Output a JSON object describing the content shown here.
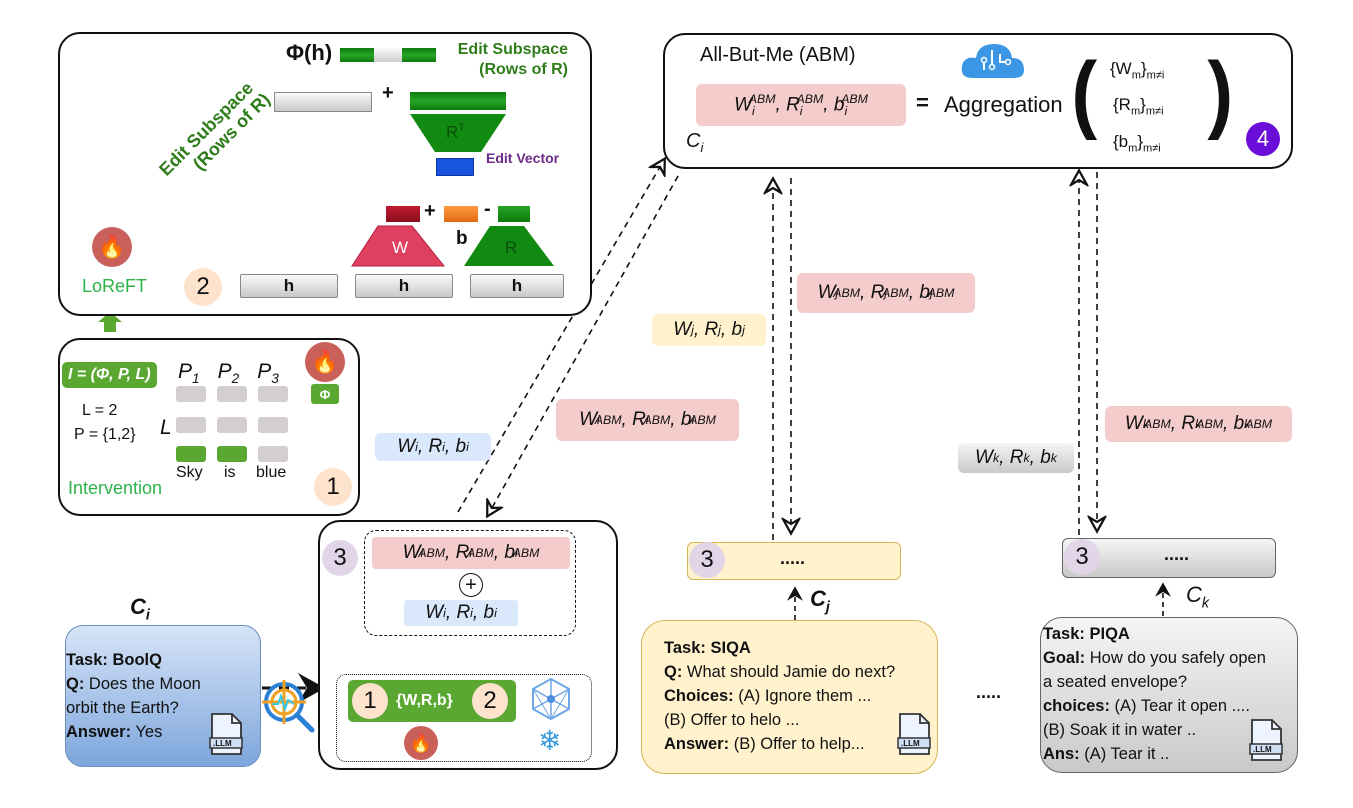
{
  "panel2": {
    "phi_label": "Φ(h)",
    "edit_subspace_label_1": "Edit Subspace",
    "edit_subspace_label_2": "(Rows of R)",
    "rotated_label_1": "Edit Subspace",
    "rotated_label_2": "(Rows of R)",
    "rt_label": "R",
    "rt_sup": "T",
    "edit_vector_label": "Edit Vector",
    "w_label": "W",
    "r_label": "R",
    "b_label": "b",
    "plus1": "+",
    "plus2": "+",
    "minus": "-",
    "h_labels": [
      "h",
      "h",
      "h"
    ],
    "method_label": "LoReFT",
    "step_number": "2"
  },
  "panel1": {
    "intervention_tuple": "I = (Φ, P, L)",
    "positions": [
      "P",
      "P",
      "P"
    ],
    "position_subs": [
      "1",
      "2",
      "3"
    ],
    "layer_label": "L",
    "l_value": "L = 2",
    "p_value": "P = {1,2}",
    "phi_badge": "Φ",
    "tokens": [
      "Sky",
      "is",
      "blue"
    ],
    "caption": "Intervention",
    "step_number": "1"
  },
  "panel4": {
    "title": "All-But-Me (ABM)",
    "lhs": {
      "w": "W",
      "r": "R",
      "b": "b",
      "sub": "i",
      "sup": "ABM"
    },
    "equals": "=",
    "aggregation": "Aggregation",
    "args": [
      {
        "sym": "{W",
        "sub": "m",
        "close": "}",
        "cond": "m≠i"
      },
      {
        "sym": "{R",
        "sub": "m",
        "close": "}",
        "cond": "m≠i"
      },
      {
        "sym": "{b",
        "sub": "m",
        "close": "}",
        "cond": "m≠i"
      }
    ],
    "client_label": "C",
    "client_sub": "i",
    "step_number": "4"
  },
  "flows": {
    "wi": {
      "w": "W",
      "r": "R",
      "b": "b",
      "sub": "i"
    },
    "wi_abm": {
      "w": "W",
      "r": "R",
      "b": "b",
      "sub": "i",
      "sup": "ABM"
    },
    "wj": {
      "w": "W",
      "r": "R",
      "b": "b",
      "sub": "j"
    },
    "wj_abm": {
      "w": "W",
      "r": "R",
      "b": "b",
      "sub": "j",
      "sup": "ABM"
    },
    "wk": {
      "w": "W",
      "r": "R",
      "b": "b",
      "sub": "k"
    },
    "wk_abm": {
      "w": "W",
      "r": "R",
      "b": "b",
      "sub": "k",
      "sup": "ABM"
    }
  },
  "panel3": {
    "step_number": "3",
    "abm": {
      "w": "W",
      "r": "R",
      "b": "b",
      "sub": "i",
      "sup": "ABM"
    },
    "oplus": "+",
    "local": {
      "w": "W",
      "r": "R",
      "b": "b",
      "sub": "i"
    },
    "params_label": "{W,R,b}",
    "left_num": "1",
    "right_num": "2"
  },
  "client_i": {
    "label": "C",
    "sub": "i",
    "task_key": "Task:",
    "task_val": "BoolQ",
    "lines": [
      {
        "key": "Q:",
        "val": " Does the Moon"
      },
      {
        "key": "",
        "val": "orbit the Earth?"
      },
      {
        "key": "Answer:",
        "val": " Yes"
      }
    ],
    "file_label": ".LLM"
  },
  "client_j": {
    "label": "C",
    "sub": "j",
    "step_number": "3",
    "placeholder": ".....",
    "task_key": "Task:",
    "task_val": "SIQA",
    "lines": [
      {
        "key": "Q:",
        "val": " What should Jamie do next?"
      },
      {
        "key": "Choices:",
        "val": " (A) Ignore them ..."
      },
      {
        "key": "",
        "val": "(B) Offer to helo ..."
      },
      {
        "key": "Answer:",
        "val": " (B) Offer to help..."
      }
    ],
    "file_label": ".LLM"
  },
  "ellipsis_between": ".....",
  "client_k": {
    "label": "C",
    "sub": "k",
    "step_number": "3",
    "placeholder": ".....",
    "task_key": "Task:",
    "task_val": "PIQA",
    "lines": [
      {
        "key": "Goal:",
        "val": " How do you safely open"
      },
      {
        "key": "",
        "val": "a seated envelope?"
      },
      {
        "key": "choices:",
        "val": " (A) Tear it open ...."
      },
      {
        "key": "",
        "val": "(B) Soak it in water .."
      },
      {
        "key": "Ans:",
        "val": " (A) Tear it .."
      }
    ],
    "file_label": ".LLM"
  },
  "colors": {
    "green": "#2e8b1a",
    "dark_green": "#0d7a0d",
    "pink_pill": "#f4cccc",
    "blue_pill": "#dae8fc",
    "yellow_pill": "#fff2cc",
    "purple_badge": "#6a0dd8",
    "peach": "#fde3cc",
    "lilac": "#e1d5e7",
    "edit_vector": "#1a55e0",
    "w_trap": "#e0405f",
    "orange_b": "#f07a1a"
  }
}
